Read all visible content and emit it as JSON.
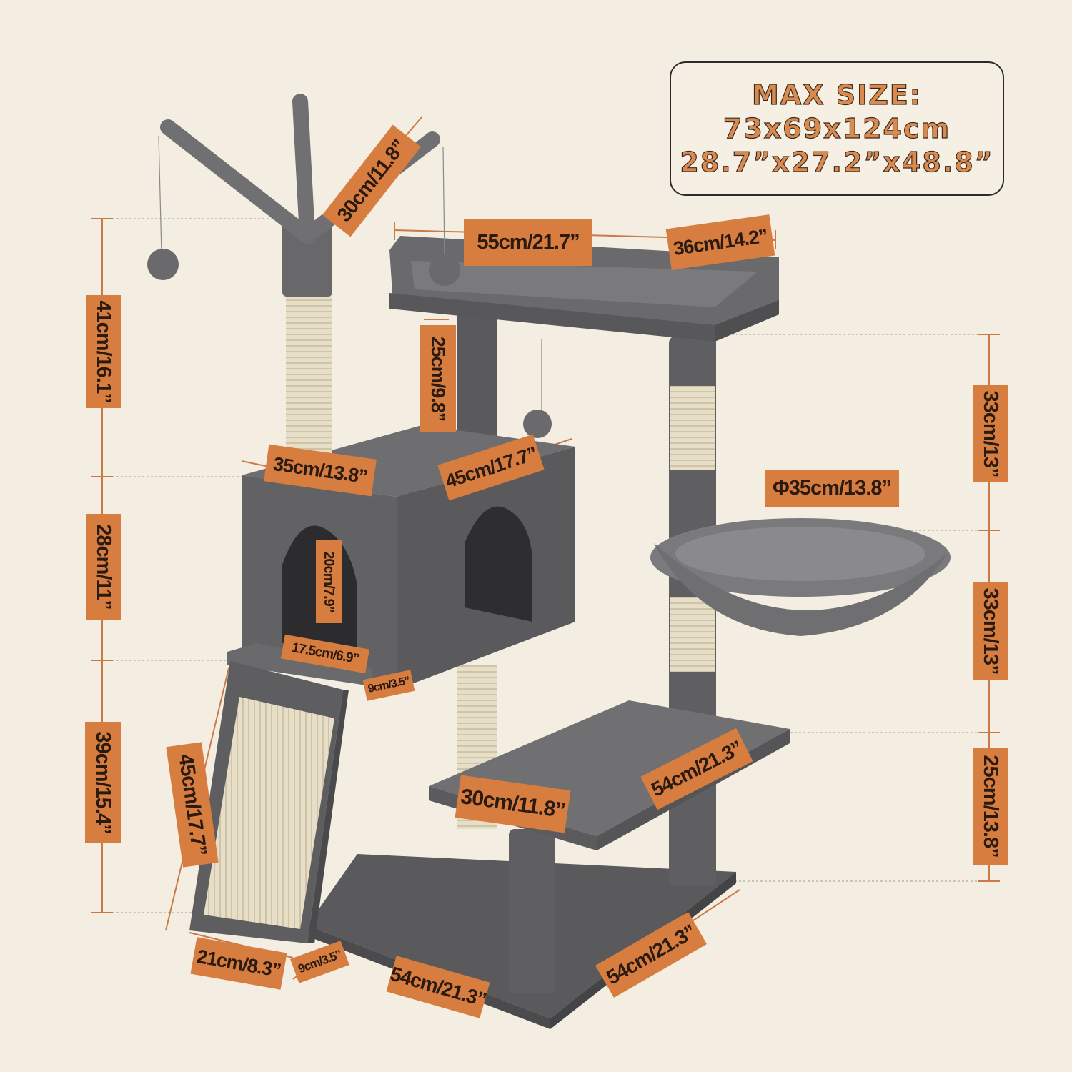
{
  "max_size": {
    "heading": "MAX SIZE:",
    "metric": "73x69x124cm",
    "imperial": "28.7”x27.2”x48.8”"
  },
  "dimensions": {
    "branch_length": "30cm/11.8”",
    "top_perch_length": "55cm/21.7”",
    "top_perch_width": "36cm/14.2”",
    "left_height_top": "41cm/16.1”",
    "left_height_mid": "28cm/11”",
    "left_height_low": "39cm/15.4”",
    "post_upper_height": "25cm/9.8”",
    "condo_width": "35cm/13.8”",
    "condo_length": "45cm/17.7”",
    "doorway_height": "20cm/7.9”",
    "doorway_width": "17.5cm/6.9”",
    "step_depth_upper": "9cm/3.5”",
    "right_height_top": "33cm/13”",
    "right_height_mid": "33cm/13”",
    "right_height_low": "25cm/13.8”",
    "basket_diameter": "Φ35cm/13.8”",
    "platform_width": "30cm/11.8”",
    "platform_length": "54cm/21.3”",
    "ramp_length": "45cm/17.7”",
    "ramp_width": "21cm/8.3”",
    "step_depth_lower": "9cm/3.5”",
    "base_length": "54cm/21.3”",
    "base_width": "54cm/21.3”"
  },
  "colors": {
    "background": "#f3ede2",
    "label_fill": "#d77d3f",
    "plush_gray": "#6c6c6e",
    "sisal": "#e6ddc7"
  }
}
